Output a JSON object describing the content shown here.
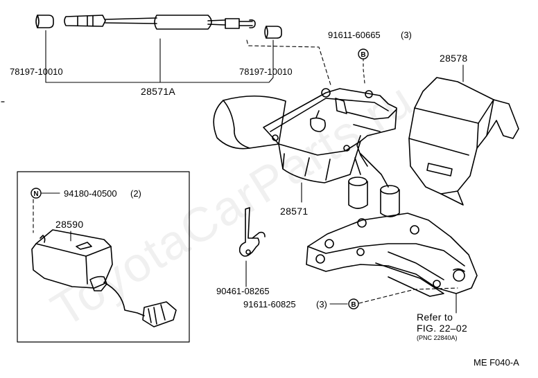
{
  "diagram": {
    "labels": {
      "p78197_left": "78197-10010",
      "p78197_right": "78197-10010",
      "p28571A": "28571A",
      "p91611_top": "91611-60665",
      "p91611_top_qty": "(3)",
      "p28578": "28578",
      "p94180": "94180-40500",
      "p94180_qty": "(2)",
      "p28590": "28590",
      "p28571": "28571",
      "p90461": "90461-08265",
      "p91611_bottom": "91611-60825",
      "p91611_bottom_qty": "(3)",
      "refer_to": "Refer to",
      "fig_ref": "FIG. 22–02",
      "pnc_ref": "(PNC 22840A)",
      "page_code": "ME F040-A"
    },
    "marker_b_top": "B",
    "marker_b_bottom": "B",
    "marker_n": "N",
    "watermark": "ToyotaCarParts.ru"
  }
}
